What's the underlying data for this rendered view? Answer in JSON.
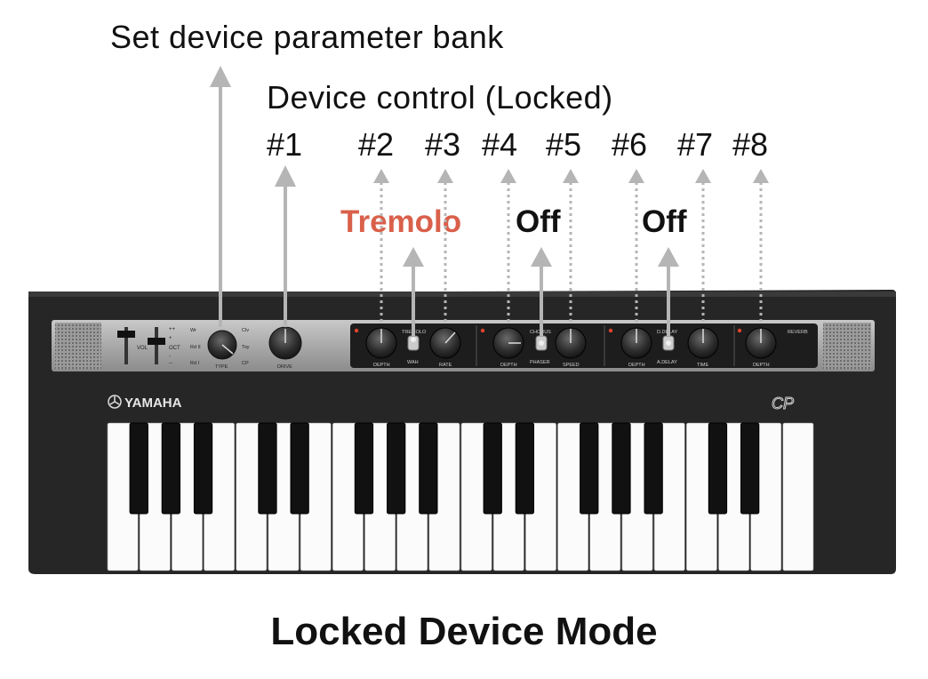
{
  "labels": {
    "bank": "Set device parameter bank",
    "device_control": "Device control (Locked)",
    "caption": "Locked Device Mode",
    "numbers": [
      "#1",
      "#2",
      "#3",
      "#4",
      "#5",
      "#6",
      "#7",
      "#8"
    ],
    "state_tremolo": "Tremolo",
    "state_off_1": "Off",
    "state_off_2": "Off"
  },
  "device": {
    "brand": "YAMAHA",
    "model_logo": "CP",
    "vol": "VOL",
    "oct": "OCT",
    "type": "TYPE",
    "drive": "DRIVE",
    "type_left": [
      "Wr",
      "Rd II",
      "Rd I"
    ],
    "type_right": [
      "Clv",
      "Toy",
      "CP"
    ],
    "oct_marks": [
      "++",
      "+",
      "-",
      "--"
    ],
    "section1_top": "TREMOLO",
    "section1_bottom": "WAH",
    "section1_left": "DEPTH",
    "section1_right": "RATE",
    "section2_top": "CHORUS",
    "section2_bottom": "PHASER",
    "section2_left": "DEPTH",
    "section2_right": "SPEED",
    "section3_top": "D.DELAY",
    "section3_bottom": "A.DELAY",
    "section3_left": "DEPTH",
    "section3_right": "TIME",
    "section4_top": "REVERB",
    "section4_left": "DEPTH"
  },
  "colors": {
    "accent_red": "#d9604a",
    "arrow_gray": "#b5b5b5",
    "body_dark": "#2a2a2a"
  },
  "icons": [
    "up-arrow-icon",
    "dotted-arrow-icon",
    "knob-icon",
    "toggle-switch-icon",
    "led-icon",
    "speaker-grille-icon",
    "yamaha-logo-icon"
  ]
}
